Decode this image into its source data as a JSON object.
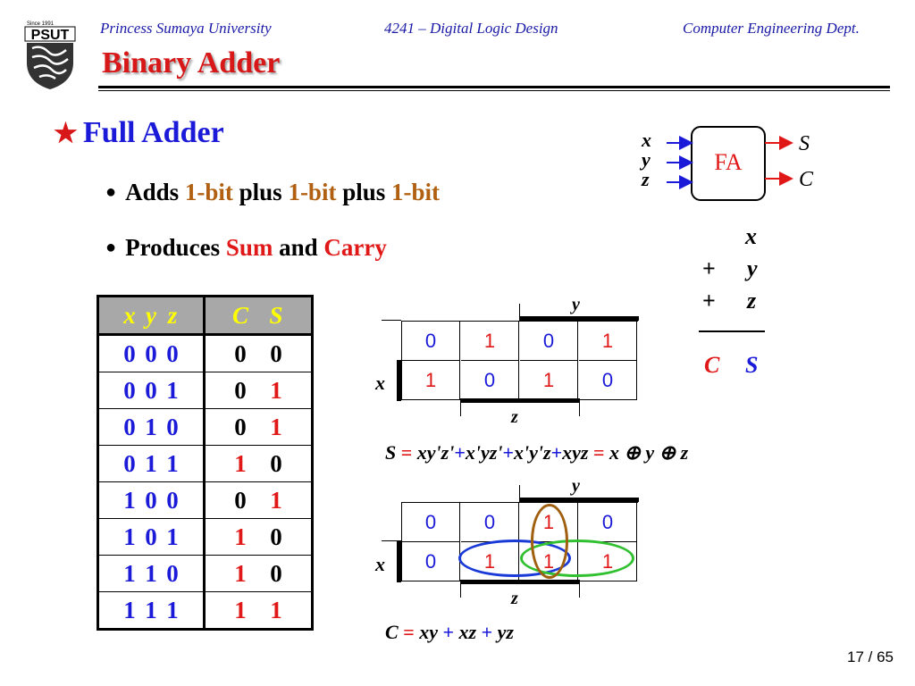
{
  "header": {
    "logo_since": "Since 1991",
    "logo_text": "PSUT",
    "university": "Princess Sumaya University",
    "course": "4241 – Digital Logic Design",
    "department": "Computer Engineering Dept."
  },
  "title": "Binary Adder",
  "section": {
    "heading": "Full Adder",
    "bullet1": {
      "pre": "Adds ",
      "a": "1-bit",
      "m1": " plus ",
      "b": "1-bit",
      "m2": " plus ",
      "c": "1-bit"
    },
    "bullet2": {
      "pre": "Produces ",
      "sum": "Sum",
      "mid": " and ",
      "carry": "Carry"
    }
  },
  "fa_block": {
    "label": "FA",
    "inputs": [
      "x",
      "y",
      "z"
    ],
    "outputs": [
      "S",
      "C"
    ],
    "colors": {
      "input_arrow": "#1a1ad8",
      "output_arrow": "#e01818",
      "label": "#e01818"
    }
  },
  "addition": {
    "row1": "x",
    "row2_op": "+",
    "row2": "y",
    "row3_op": "+",
    "row3": "z",
    "result_c": "C",
    "result_s": "S"
  },
  "truth_table": {
    "headers": {
      "inputs": [
        "x",
        "y",
        "z"
      ],
      "outputs": [
        "C",
        "S"
      ]
    },
    "rows": [
      {
        "in": [
          "0",
          "0",
          "0"
        ],
        "c": "0",
        "s": "0"
      },
      {
        "in": [
          "0",
          "0",
          "1"
        ],
        "c": "0",
        "s": "1"
      },
      {
        "in": [
          "0",
          "1",
          "0"
        ],
        "c": "0",
        "s": "1"
      },
      {
        "in": [
          "0",
          "1",
          "1"
        ],
        "c": "1",
        "s": "0"
      },
      {
        "in": [
          "1",
          "0",
          "0"
        ],
        "c": "0",
        "s": "1"
      },
      {
        "in": [
          "1",
          "0",
          "1"
        ],
        "c": "1",
        "s": "0"
      },
      {
        "in": [
          "1",
          "1",
          "0"
        ],
        "c": "1",
        "s": "0"
      },
      {
        "in": [
          "1",
          "1",
          "1"
        ],
        "c": "1",
        "s": "1"
      }
    ]
  },
  "kmap_sum": {
    "label_y": "y",
    "label_x": "x",
    "label_z": "z",
    "rows": [
      [
        "0",
        "1",
        "0",
        "1"
      ],
      [
        "1",
        "0",
        "1",
        "0"
      ]
    ],
    "equation": {
      "lhs": "S",
      "eq1": "=",
      "t1": "xy'z'",
      "p1": "+",
      "t2": "x'yz'",
      "p2": "+",
      "t3": "x'y'z",
      "p3": "+",
      "t4": "xyz",
      "eq2": "=",
      "rhs": "x ⊕ y ⊕ z"
    }
  },
  "kmap_carry": {
    "label_y": "y",
    "label_x": "x",
    "label_z": "z",
    "rows": [
      [
        "0",
        "0",
        "1",
        "0"
      ],
      [
        "0",
        "1",
        "1",
        "1"
      ]
    ],
    "equation": {
      "lhs": "C",
      "eq1": "=",
      "t1": "xy",
      "p1": "+",
      "t2": "xz",
      "p2": "+",
      "t3": "yz"
    },
    "loop_colors": {
      "xz": "#1a3ad8",
      "xy": "#30c030",
      "yz": "#a06010"
    }
  },
  "page_number": "17 / 65"
}
